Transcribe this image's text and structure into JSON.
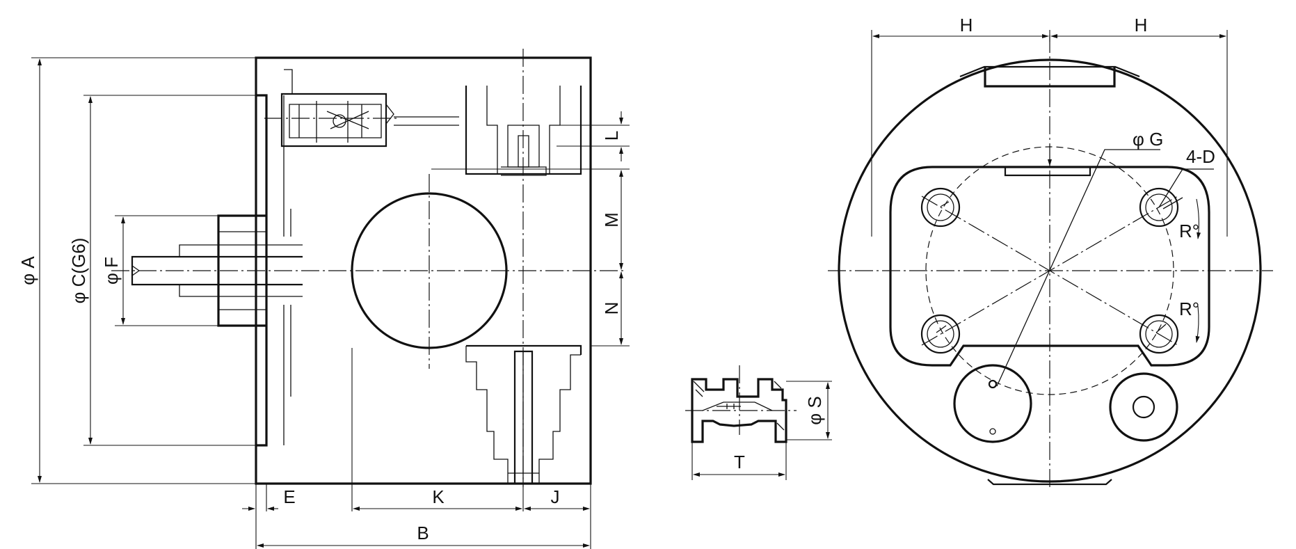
{
  "side_view": {
    "dims": {
      "A": "φ A",
      "C": "φ C(G6)",
      "F": "φ F",
      "L": "L",
      "M": "M",
      "N": "N",
      "E": "E",
      "K": "K",
      "J": "J",
      "B": "B"
    }
  },
  "detail_view": {
    "dims": {
      "S": "φ S",
      "T": "T"
    }
  },
  "end_view": {
    "dims": {
      "H_left": "H",
      "H_right": "H",
      "G": "φ G",
      "D": "4-D",
      "R_top": "R°",
      "R_bottom": "R°"
    }
  }
}
